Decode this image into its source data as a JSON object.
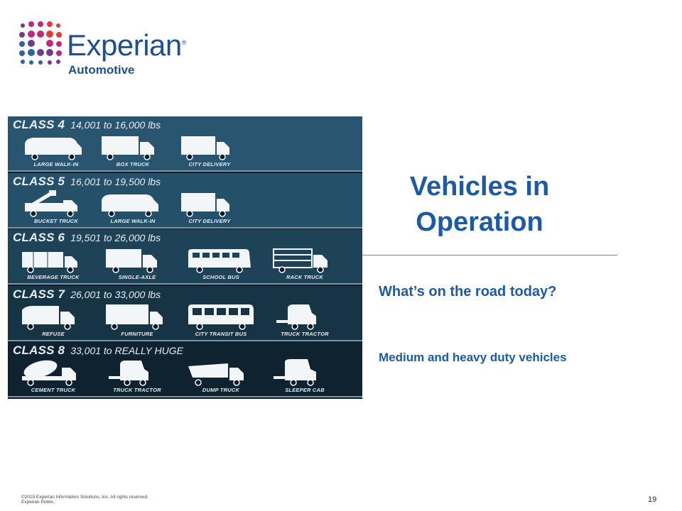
{
  "logo": {
    "wordmark": "Experian",
    "registered": "®",
    "division": "Automotive",
    "colors": {
      "blue": "#1d4f91",
      "dot_purple": "#6d3d8f",
      "dot_magenta": "#c0297a",
      "dot_red": "#e2393d",
      "dot_blue": "#2e62a8"
    }
  },
  "infographic": {
    "classes": [
      {
        "class": "CLASS 4",
        "weight": "14,001 to 16,000 lbs",
        "vehicles": [
          {
            "label": "LARGE WALK-IN",
            "icon": "van-icon"
          },
          {
            "label": "BOX TRUCK",
            "icon": "box-truck-icon"
          },
          {
            "label": "CITY DELIVERY",
            "icon": "delivery-truck-icon"
          }
        ]
      },
      {
        "class": "CLASS 5",
        "weight": "16,001 to 19,500 lbs",
        "vehicles": [
          {
            "label": "BUCKET TRUCK",
            "icon": "bucket-truck-icon"
          },
          {
            "label": "LARGE WALK-IN",
            "icon": "van-icon"
          },
          {
            "label": "CITY DELIVERY",
            "icon": "delivery-truck-icon"
          }
        ]
      },
      {
        "class": "CLASS 6",
        "weight": "19,501 to 26,000 lbs",
        "vehicles": [
          {
            "label": "BEVERAGE TRUCK",
            "icon": "beverage-truck-icon"
          },
          {
            "label": "SINGLE-AXLE",
            "icon": "single-axle-truck-icon"
          },
          {
            "label": "SCHOOL BUS",
            "icon": "school-bus-icon"
          },
          {
            "label": "RACK TRUCK",
            "icon": "rack-truck-icon"
          }
        ]
      },
      {
        "class": "CLASS 7",
        "weight": "26,001 to 33,000 lbs",
        "vehicles": [
          {
            "label": "REFUSE",
            "icon": "refuse-truck-icon"
          },
          {
            "label": "FURNITURE",
            "icon": "furniture-truck-icon"
          },
          {
            "label": "CITY TRANSIT BUS",
            "icon": "transit-bus-icon"
          },
          {
            "label": "TRUCK TRACTOR",
            "icon": "truck-tractor-icon"
          }
        ]
      },
      {
        "class": "CLASS 8",
        "weight": "33,001 to REALLY HUGE",
        "vehicles": [
          {
            "label": "CEMENT TRUCK",
            "icon": "cement-truck-icon"
          },
          {
            "label": "TRUCK TRACTOR",
            "icon": "truck-tractor-icon"
          },
          {
            "label": "DUMP TRUCK",
            "icon": "dump-truck-icon"
          },
          {
            "label": "SLEEPER CAB",
            "icon": "sleeper-cab-icon"
          }
        ]
      }
    ],
    "band_colors": [
      "#2a5570",
      "#25506a",
      "#1e4258",
      "#173445",
      "#0f2230"
    ]
  },
  "slide": {
    "title_line1": "Vehicles in",
    "title_line2": "Operation",
    "subtitle": "What’s on the road today?",
    "subtitle2": "Medium and heavy duty vehicles",
    "title_color": "#1d5aa6"
  },
  "footer": {
    "copyright_line1": "©2015  Experian  Information  Solutions,  Inc.  All rights reserved.",
    "copyright_line2": "Experian  Public.",
    "page_number": "19"
  }
}
